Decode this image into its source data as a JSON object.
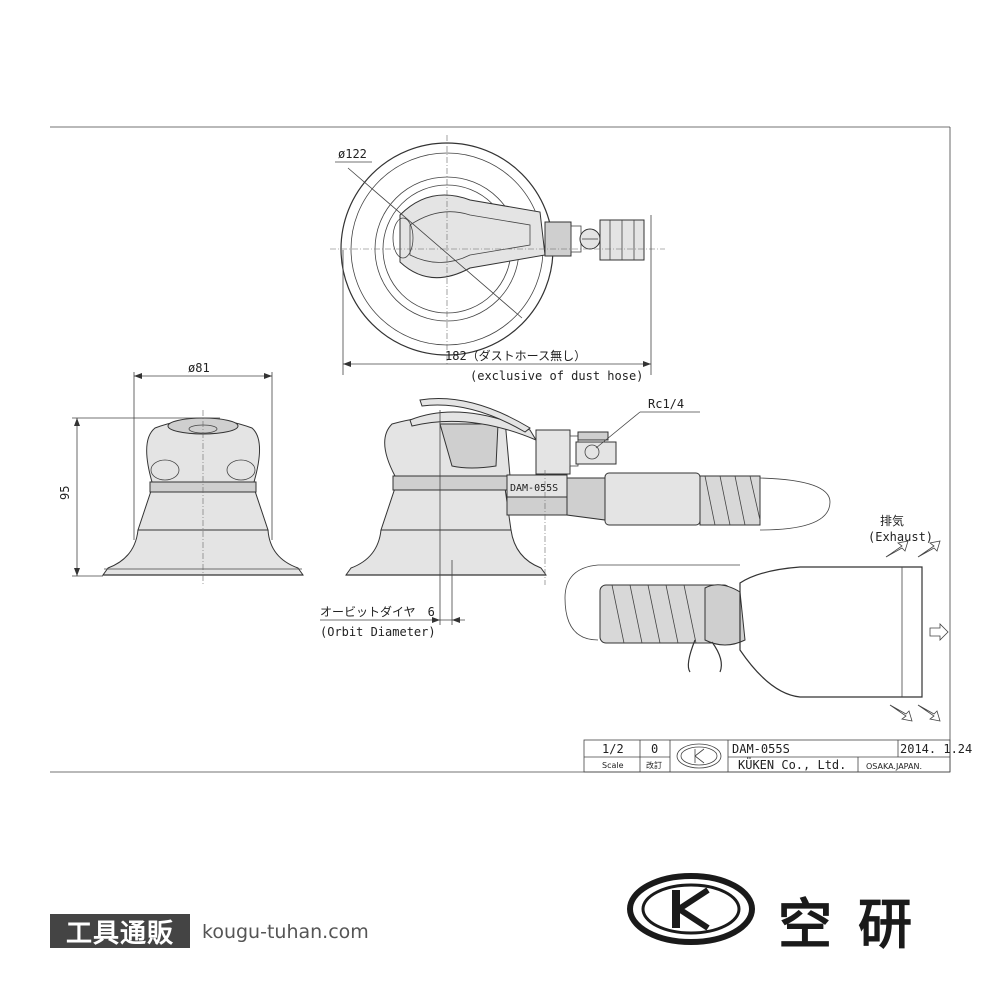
{
  "drawing": {
    "dimensions": {
      "top_diameter": "ø122",
      "overall_length_jp": "182（ダストホース無し）",
      "overall_length_en": "(exclusive of dust hose)",
      "side_diameter": "ø81",
      "height": "95",
      "orbit_jp": "オービットダイヤ　6",
      "orbit_en": "(Orbit Diameter)",
      "thread": "Rc1/4",
      "exhaust_jp": "排気",
      "exhaust_en": "(Exhaust)",
      "body_marking": "DAM-055S"
    },
    "title_block": {
      "scale_value": "1/2",
      "scale_label": "Scale",
      "revision_value": "0",
      "revision_label": "改訂",
      "model": "DAM-055S",
      "date": "2014. 1.24",
      "company": "KÜKEN Co., Ltd.",
      "location": "OSAKA.JAPAN."
    }
  },
  "footer": {
    "shop_badge": "工具通販",
    "shop_url": "kougu-tuhan.com",
    "brand_name": "空研",
    "logo_icon": "kuken-k-logo-icon"
  }
}
